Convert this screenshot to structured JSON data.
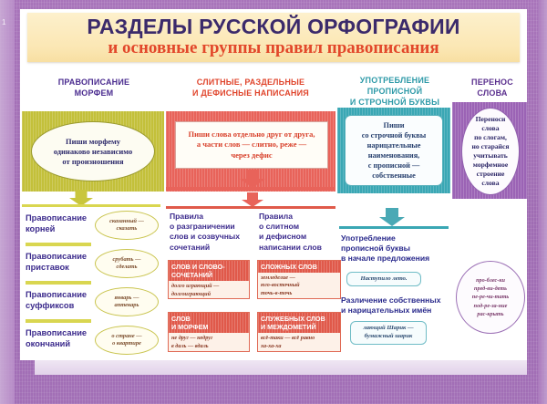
{
  "poster": {
    "corner_number": "1",
    "title_main": "РАЗДЕЛЫ РУССКОЙ ОРФОГРАФИИ",
    "title_sub": "и основные группы правил правописания",
    "colors": {
      "frame": "#a874ba",
      "title_band": "#fbe7b4",
      "title_main_color": "#3b2a6b",
      "title_sub_color": "#e2472a",
      "section1": "#c3c03a",
      "section2": "#e8635a",
      "section3": "#3aa7b4",
      "section4": "#9b63b5"
    }
  },
  "columns": [
    {
      "header": "ПРАВОПИСАНИЕ\nМОРФЕМ",
      "header_line1": "ПРАВОПИСАНИЕ",
      "header_line2": "МОРФЕМ"
    },
    {
      "header_line1": "СЛИТНЫЕ, РАЗДЕЛЬНЫЕ",
      "header_line2": "И  ДЕФИСНЫЕ НАПИСАНИЯ"
    },
    {
      "header_line1": "УПОТРЕБЛЕНИЕ",
      "header_line2": "ПРОПИСНОЙ",
      "header_line3": "И СТРОЧНОЙ БУКВЫ"
    },
    {
      "header_line1": "ПЕРЕНОС",
      "header_line2": "СЛОВА"
    }
  ],
  "rules": {
    "rule1_line1": "Пиши морфему",
    "rule1_line2": "одинаково независимо",
    "rule1_line3": "от произношения",
    "rule2_line1": "Пиши слова отдельно друг от друга,",
    "rule2_line2": "а части слов — слитно, реже —",
    "rule2_line3": "через дефис",
    "rule3_line1": "Пиши",
    "rule3_line2": "со строчной буквы",
    "rule3_line3": "нарицательные",
    "rule3_line4": "наименования,",
    "rule3_line5": "с прописной —",
    "rule3_line6": "собственные",
    "rule4_line1": "Переноси",
    "rule4_line2": "слова",
    "rule4_line3": "по слогам,",
    "rule4_line4": "но старайся",
    "rule4_line5": "учитывать",
    "rule4_line6": "морфемное",
    "rule4_line7": "строение",
    "rule4_line8": "слова"
  },
  "morphemes": {
    "items": [
      {
        "label_line1": "Правописание",
        "label_line2": "корней",
        "example_line1": "сказанный —",
        "example_line2": "сказать"
      },
      {
        "label_line1": "Правописание",
        "label_line2": "приставок",
        "example_line1": "срубать —",
        "example_line2": "сделать"
      },
      {
        "label_line1": "Правописание",
        "label_line2": "суффиксов",
        "example_line1": "январь —",
        "example_line2": "аптекарь"
      },
      {
        "label_line1": "Правописание",
        "label_line2": "окончаний",
        "example_line1": "о стране —",
        "example_line2": "о квартире"
      }
    ]
  },
  "spelling_together": {
    "left": {
      "heading_line1": "Правила",
      "heading_line2": "о разграничении",
      "heading_line3": "слов и созвучных",
      "heading_line4": "сочетаний",
      "boxes": [
        {
          "title_line1": "СЛОВ И СЛОВО-",
          "title_line2": "СОЧЕТАНИЙ",
          "body_line1": "долго играющий —",
          "body_line2": "долгоиграющий"
        },
        {
          "title_line1": "СЛОВ",
          "title_line2": "И МОРФЕМ",
          "body_line1": "не друг — недруг",
          "body_line2": "в даль — вдаль"
        }
      ]
    },
    "right": {
      "heading_line1": "Правила",
      "heading_line2": "о слитном",
      "heading_line3": "и дефисном",
      "heading_line4": "написании слов",
      "boxes": [
        {
          "title_line1": "СЛОЖНЫХ СЛОВ",
          "title_line2": "",
          "body_line1": "земледелие —",
          "body_line2": "юго-восточный",
          "body_line3": "точь-в-точь"
        },
        {
          "title_line1": "СЛУЖЕБНЫХ СЛОВ",
          "title_line2": "И МЕЖДОМЕТИЙ",
          "body_line1": "всё-таки — всё равно",
          "body_line2": "ха-ха-ха"
        }
      ]
    }
  },
  "capitalization": {
    "block1_line1": "Употребление",
    "block1_line2": "прописной буквы",
    "block1_line3": "в начале предложения",
    "block1_example": "Наступило лето.",
    "block2_line1": "Различение собственных",
    "block2_line2": "и нарицательных имён",
    "block2_example_line1": "лающий Шарик —",
    "block2_example_line2": "бумажный шарик"
  },
  "hyphenation": {
    "examples": [
      "про-блес-ки",
      "пред-ви-деть",
      "пе-ре-чи-тать",
      "под-ре-за-ние",
      "рас-крыть"
    ]
  }
}
